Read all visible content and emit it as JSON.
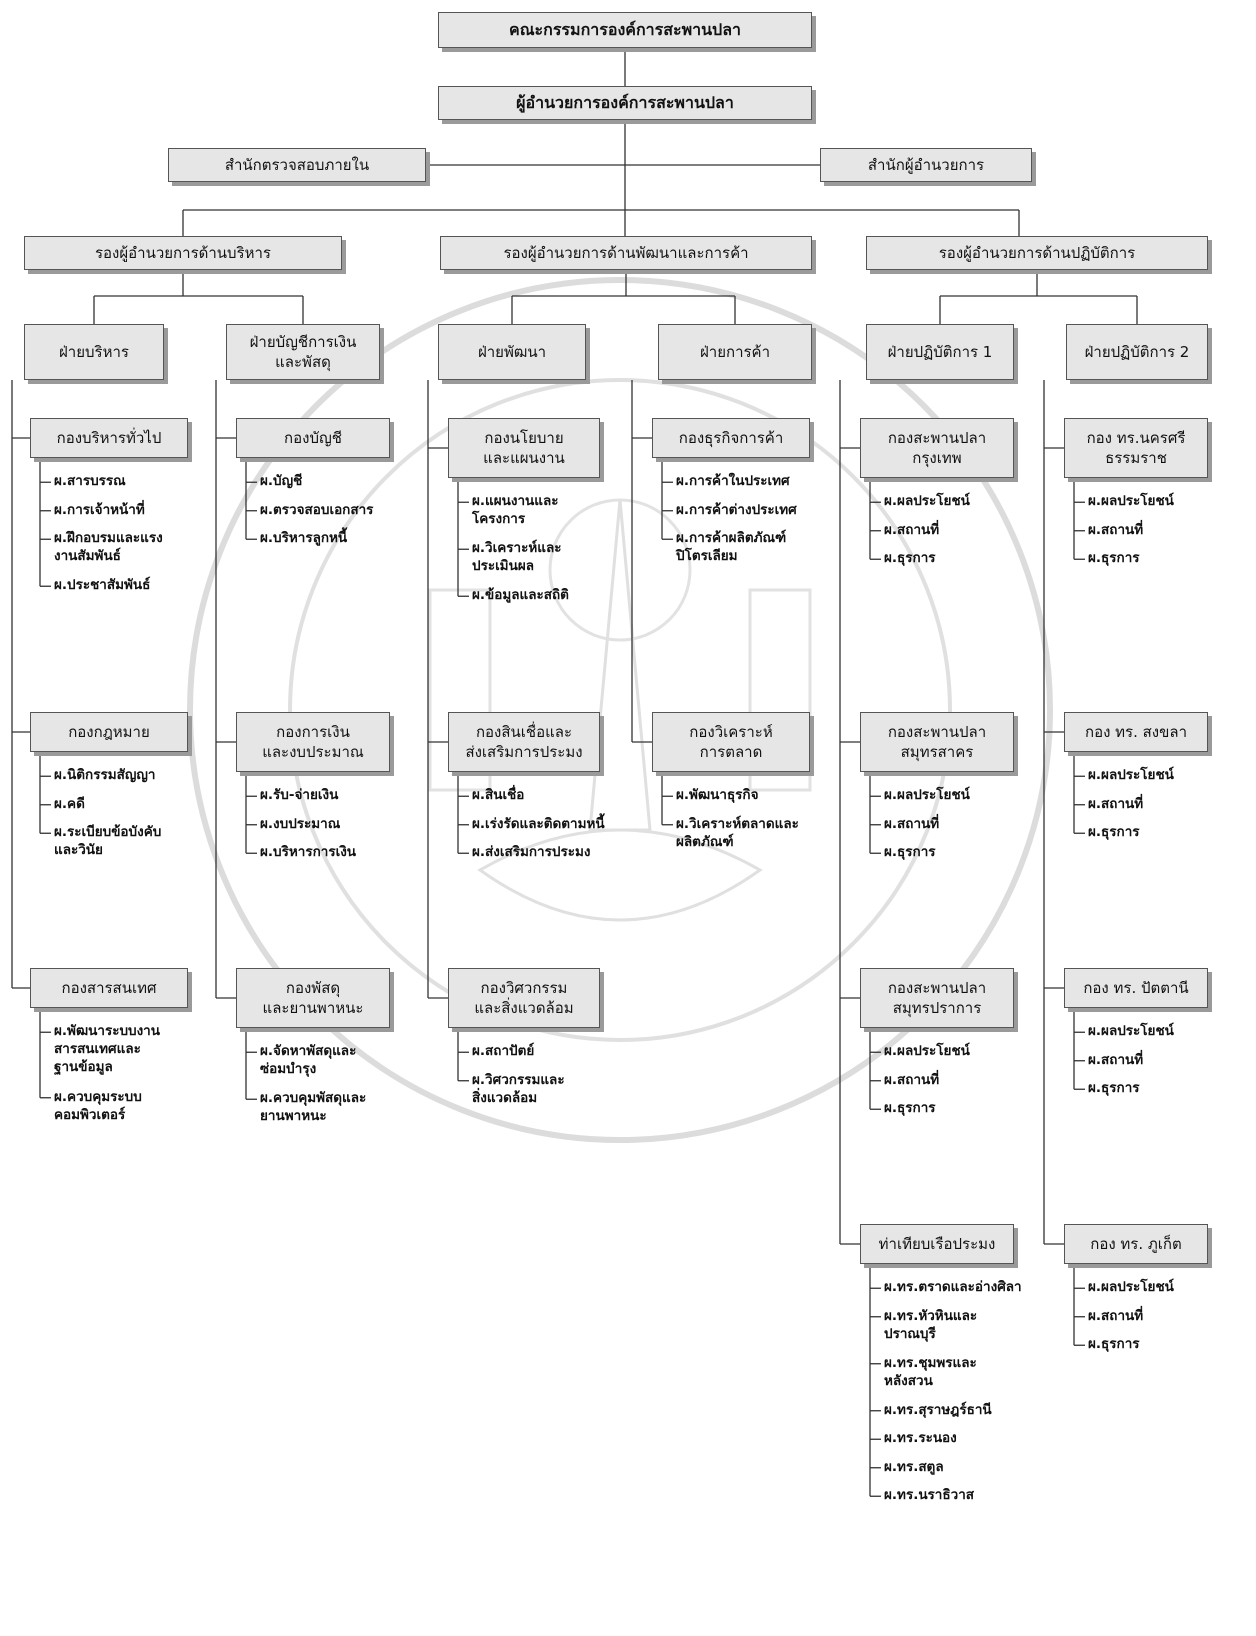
{
  "board": "คณะกรรมการองค์การสะพานปลา",
  "director": "ผู้อำนวยการองค์การสะพานปลา",
  "audit_office": "สำนักตรวจสอบภายใน",
  "director_office": "สำนักผู้อำนวยการ",
  "deputies": [
    {
      "label": "รองผู้อำนวยการด้านบริหาร"
    },
    {
      "label": "รองผู้อำนวยการด้านพัฒนาและการค้า"
    },
    {
      "label": "รองผู้อำนวยการด้านปฏิบัติการ"
    }
  ],
  "divisions": [
    {
      "label": "ฝ่ายบริหาร"
    },
    {
      "label": "ฝ่ายบัญชีการเงิน\nและพัสดุ"
    },
    {
      "label": "ฝ่ายพัฒนา"
    },
    {
      "label": "ฝ่ายการค้า"
    },
    {
      "label": "ฝ่ายปฏิบัติการ 1"
    },
    {
      "label": "ฝ่ายปฏิบัติการ 2"
    }
  ],
  "columns": [
    {
      "groups": [
        {
          "label": "กองบริหารทั่วไป",
          "items": [
            "ผ.สารบรรณ",
            "ผ.การเจ้าหน้าที่",
            "ผ.ฝึกอบรมและแรง\nงานสัมพันธ์",
            "ผ.ประชาสัมพันธ์"
          ]
        },
        {
          "label": "กองกฎหมาย",
          "items": [
            "ผ.นิติกรรมสัญญา",
            "ผ.คดี",
            "ผ.ระเบียบข้อบังคับ\nและวินัย"
          ]
        },
        {
          "label": "กองสารสนเทศ",
          "items": [
            "ผ.พัฒนาระบบงาน\nสารสนเทศและ\nฐานข้อมูล",
            "ผ.ควบคุมระบบ\nคอมพิวเตอร์"
          ]
        }
      ]
    },
    {
      "groups": [
        {
          "label": "กองบัญชี",
          "items": [
            "ผ.บัญชี",
            "ผ.ตรวจสอบเอกสาร",
            "ผ.บริหารลูกหนี้"
          ]
        },
        {
          "label": "กองการเงิน\nและงบประมาณ",
          "items": [
            "ผ.รับ-จ่ายเงิน",
            "ผ.งบประมาณ",
            "ผ.บริหารการเงิน"
          ]
        },
        {
          "label": "กองพัสดุ\nและยานพาหนะ",
          "items": [
            "ผ.จัดหาพัสดุและ\nซ่อมบำรุง",
            "ผ.ควบคุมพัสดุและ\nยานพาหนะ"
          ]
        }
      ]
    },
    {
      "groups": [
        {
          "label": "กองนโยบาย\nและแผนงาน",
          "items": [
            "ผ.แผนงานและ\nโครงการ",
            "ผ.วิเคราะห์และ\nประเมินผล",
            "ผ.ข้อมูลและสถิติ"
          ]
        },
        {
          "label": "กองสินเชื่อและ\nส่งเสริมการประมง",
          "items": [
            "ผ.สินเชื่อ",
            "ผ.เร่งรัดและติดตามหนี้",
            "ผ.ส่งเสริมการประมง"
          ]
        },
        {
          "label": "กองวิศวกรรม\nและสิ่งแวดล้อม",
          "items": [
            "ผ.สถาปัตย์",
            "ผ.วิศวกรรมและ\nสิ่งแวดล้อม"
          ]
        }
      ]
    },
    {
      "groups": [
        {
          "label": "กองธุรกิจการค้า",
          "items": [
            "ผ.การค้าในประเทศ",
            "ผ.การค้าต่างประเทศ",
            "ผ.การค้าผลิตภัณฑ์\nปิโตรเลียม"
          ]
        },
        {
          "label": "กองวิเคราะห์\nการตลาด",
          "items": [
            "ผ.พัฒนาธุรกิจ",
            "ผ.วิเคราะห์ตลาดและ\nผลิตภัณฑ์"
          ]
        }
      ]
    },
    {
      "groups": [
        {
          "label": "กองสะพานปลา\nกรุงเทพ",
          "items": [
            "ผ.ผลประโยชน์",
            "ผ.สถานที่",
            "ผ.ธุรการ"
          ]
        },
        {
          "label": "กองสะพานปลา\nสมุทรสาคร",
          "items": [
            "ผ.ผลประโยชน์",
            "ผ.สถานที่",
            "ผ.ธุรการ"
          ]
        },
        {
          "label": "กองสะพานปลา\nสมุทรปราการ",
          "items": [
            "ผ.ผลประโยชน์",
            "ผ.สถานที่",
            "ผ.ธุรการ"
          ]
        },
        {
          "label": "ท่าเทียบเรือประมง",
          "items": [
            "ผ.ทร.ตราดและอ่างศิลา",
            "ผ.ทร.หัวหินและ\nปราณบุรี",
            "ผ.ทร.ชุมพรและ\nหลังสวน",
            "ผ.ทร.สุราษฎร์ธานี",
            "ผ.ทร.ระนอง",
            "ผ.ทร.สตูล",
            "ผ.ทร.นราธิวาส"
          ]
        }
      ]
    },
    {
      "groups": [
        {
          "label": "กอง ทร.นครศรี\nธรรมราช",
          "items": [
            "ผ.ผลประโยชน์",
            "ผ.สถานที่",
            "ผ.ธุรการ"
          ]
        },
        {
          "label": "กอง ทร. สงขลา",
          "items": [
            "ผ.ผลประโยชน์",
            "ผ.สถานที่",
            "ผ.ธุรการ"
          ]
        },
        {
          "label": "กอง ทร. ปัตตานี",
          "items": [
            "ผ.ผลประโยชน์",
            "ผ.สถานที่",
            "ผ.ธุรการ"
          ]
        },
        {
          "label": "กอง ทร. ภูเก็ต",
          "items": [
            "ผ.ผลประโยชน์",
            "ผ.สถานที่",
            "ผ.ธุรการ"
          ]
        }
      ]
    }
  ]
}
